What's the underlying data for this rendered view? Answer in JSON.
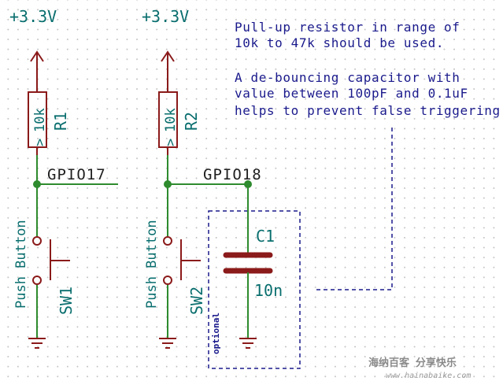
{
  "power": {
    "left": "+3.3V",
    "right": "+3.3V"
  },
  "resistors": [
    {
      "ref": "R1",
      "value": "10k",
      "marker": ">"
    },
    {
      "ref": "R2",
      "value": "10k",
      "marker": ">"
    }
  ],
  "nets": {
    "left": "GPIO17",
    "right": "GPIO18"
  },
  "switches": [
    {
      "ref": "SW1",
      "label": "Push Button"
    },
    {
      "ref": "SW2",
      "label": "Push Button"
    }
  ],
  "capacitor": {
    "ref": "C1",
    "value": "10n"
  },
  "optional_label": "optional",
  "notes": [
    "Pull-up resistor in range of",
    "10k to 47k should be used.",
    "A de-bouncing capacitor with",
    "value between 100pF and 0.1uF",
    "helps to prevent false triggering."
  ],
  "watermark": {
    "main": "海纳百客 分享快乐",
    "sub": "www.hainabaike.com"
  },
  "colors": {
    "wire": "#2e8b2e",
    "component": "#8b1a1a",
    "text": "#0a6e6e",
    "note": "#1a1a8c"
  }
}
